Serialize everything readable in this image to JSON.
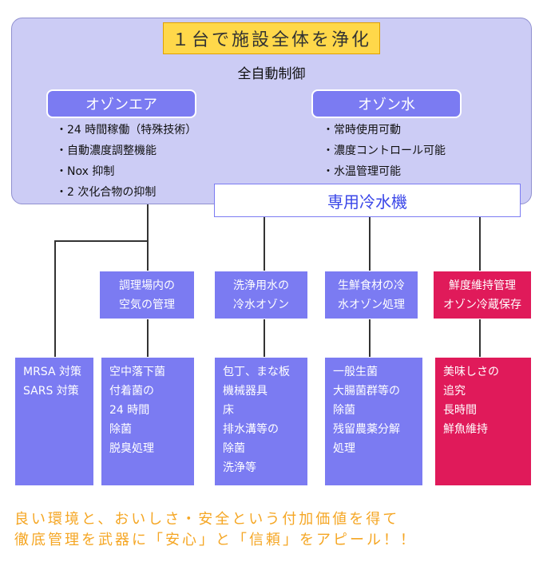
{
  "title": "１台で施設全体を浄化",
  "subtitle": "全自動制御",
  "ozone_air": {
    "label": "オゾンエア",
    "features": [
      "・24 時間稼働（特殊技術）",
      "・自動濃度調整機能",
      "・Nox 抑制",
      "・2 次化合物の抑制"
    ]
  },
  "ozone_water": {
    "label": "オゾン水",
    "features": [
      "・常時使用可動",
      "・濃度コントロール可能",
      "・水温管理可能"
    ]
  },
  "chiller": "専用冷水機",
  "middle_boxes": [
    {
      "lines": [
        "調理場内の",
        "空気の管理"
      ]
    },
    {
      "lines": [
        "洗浄用水の",
        "冷水オゾン"
      ]
    },
    {
      "lines": [
        "生鮮食材の冷",
        "水オゾン処理"
      ]
    },
    {
      "lines": [
        "鮮度維持管理",
        "オゾン冷蔵保存"
      ]
    }
  ],
  "bottom_boxes": [
    {
      "lines": [
        "MRSA 対策",
        "SARS 対策"
      ]
    },
    {
      "lines": [
        "空中落下菌",
        "付着菌の",
        "24 時間",
        "除菌",
        "脱臭処理"
      ]
    },
    {
      "lines": [
        "包丁、まな板",
        "機械器具",
        "床",
        "排水溝等の",
        "除菌",
        "洗浄等"
      ]
    },
    {
      "lines": [
        "一般生菌",
        "大腸菌群等の",
        "除菌",
        "残留農薬分解",
        "処理"
      ]
    },
    {
      "lines": [
        "美味しさの",
        "追究",
        "長時間",
        "鮮魚維持"
      ]
    }
  ],
  "footer": [
    "良い環境と、おいしさ・安全という付加価値を得て",
    "徹底管理を武器に「安心」と「信頼」をアピール！！"
  ],
  "colors": {
    "panel": "#ccccf5",
    "blue": "#7b7bf2",
    "red": "#e01a5a",
    "title_bg": "#ffd84a",
    "footer": "#f5a623",
    "chiller_text": "#3a46e8"
  }
}
